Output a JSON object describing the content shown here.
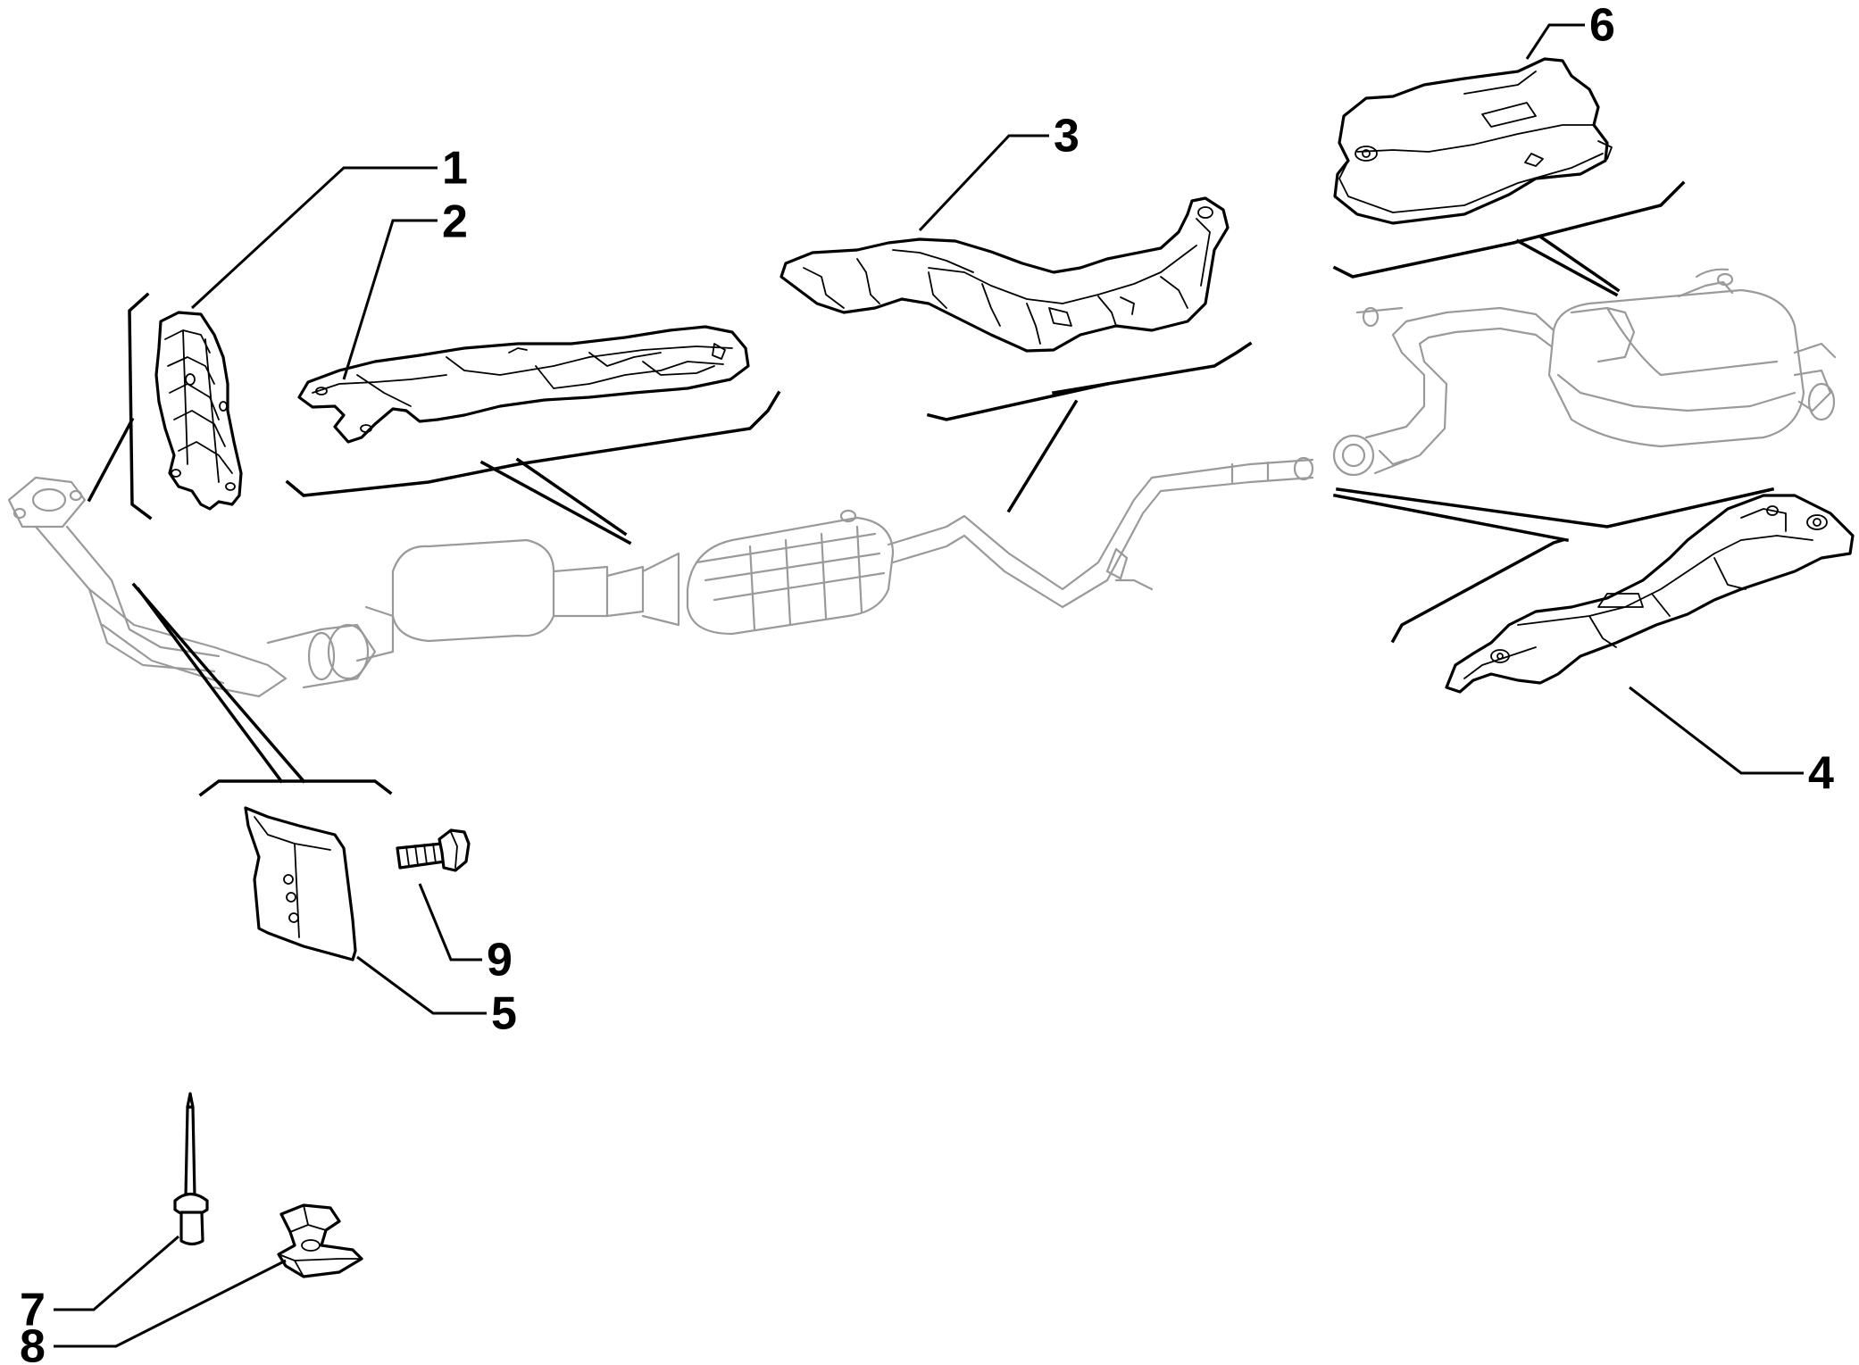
{
  "diagram": {
    "type": "exploded-parts-view",
    "callouts": [
      {
        "id": "1",
        "label": "1"
      },
      {
        "id": "2",
        "label": "2"
      },
      {
        "id": "3",
        "label": "3"
      },
      {
        "id": "4",
        "label": "4"
      },
      {
        "id": "5",
        "label": "5"
      },
      {
        "id": "6",
        "label": "6"
      },
      {
        "id": "7",
        "label": "7"
      },
      {
        "id": "8",
        "label": "8"
      },
      {
        "id": "9",
        "label": "9"
      }
    ],
    "colors": {
      "line": "#000000",
      "ghost_line": "#9a9a9a",
      "background": "#ffffff"
    }
  }
}
